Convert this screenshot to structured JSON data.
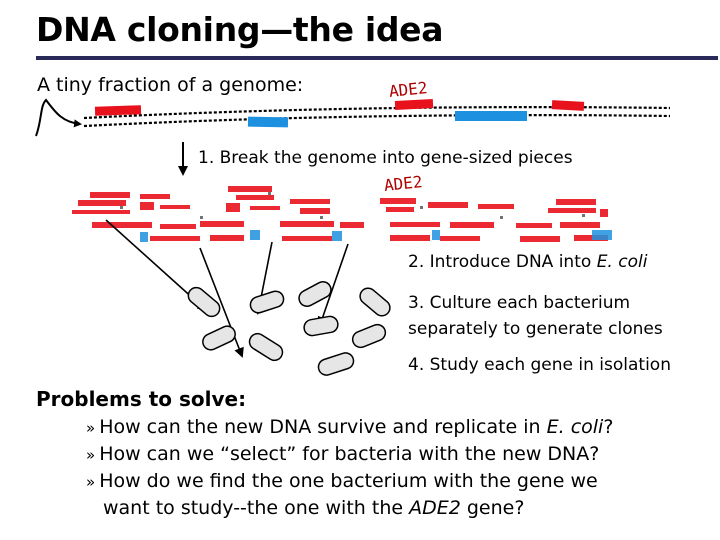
{
  "title": "DNA cloning—the idea",
  "genome_label": "A tiny fraction of a genome:",
  "gene_label": "ADE2",
  "steps": {
    "step1": "1.  Break the genome into gene-sized pieces",
    "step2_prefix": "2.  Introduce DNA into ",
    "step2_italic": "E. coli",
    "step3_line1": "3.  Culture each bacterium",
    "step3_line2": "separately to generate clones",
    "step4": "4.  Study each gene in isolation"
  },
  "problems": {
    "heading": "Problems to solve:",
    "bullet": "»",
    "q1_text": "How can the new DNA survive and replicate in ",
    "q1_italic": "E. coli",
    "q1_end": "?",
    "q2": "How can we “select” for bacteria with the new DNA?",
    "q3_line1": "How do we find the one bacterium with the gene we",
    "q3_line2_text": "want to study--the one with the ",
    "q3_line2_italic": "ADE2",
    "q3_line2_end": " gene?"
  },
  "colors": {
    "gene_red": "#e8121c",
    "gene_blue": "#1e90e0",
    "title_rule": "#2a2a5a",
    "bacterium_fill": "#e6e6e6"
  }
}
